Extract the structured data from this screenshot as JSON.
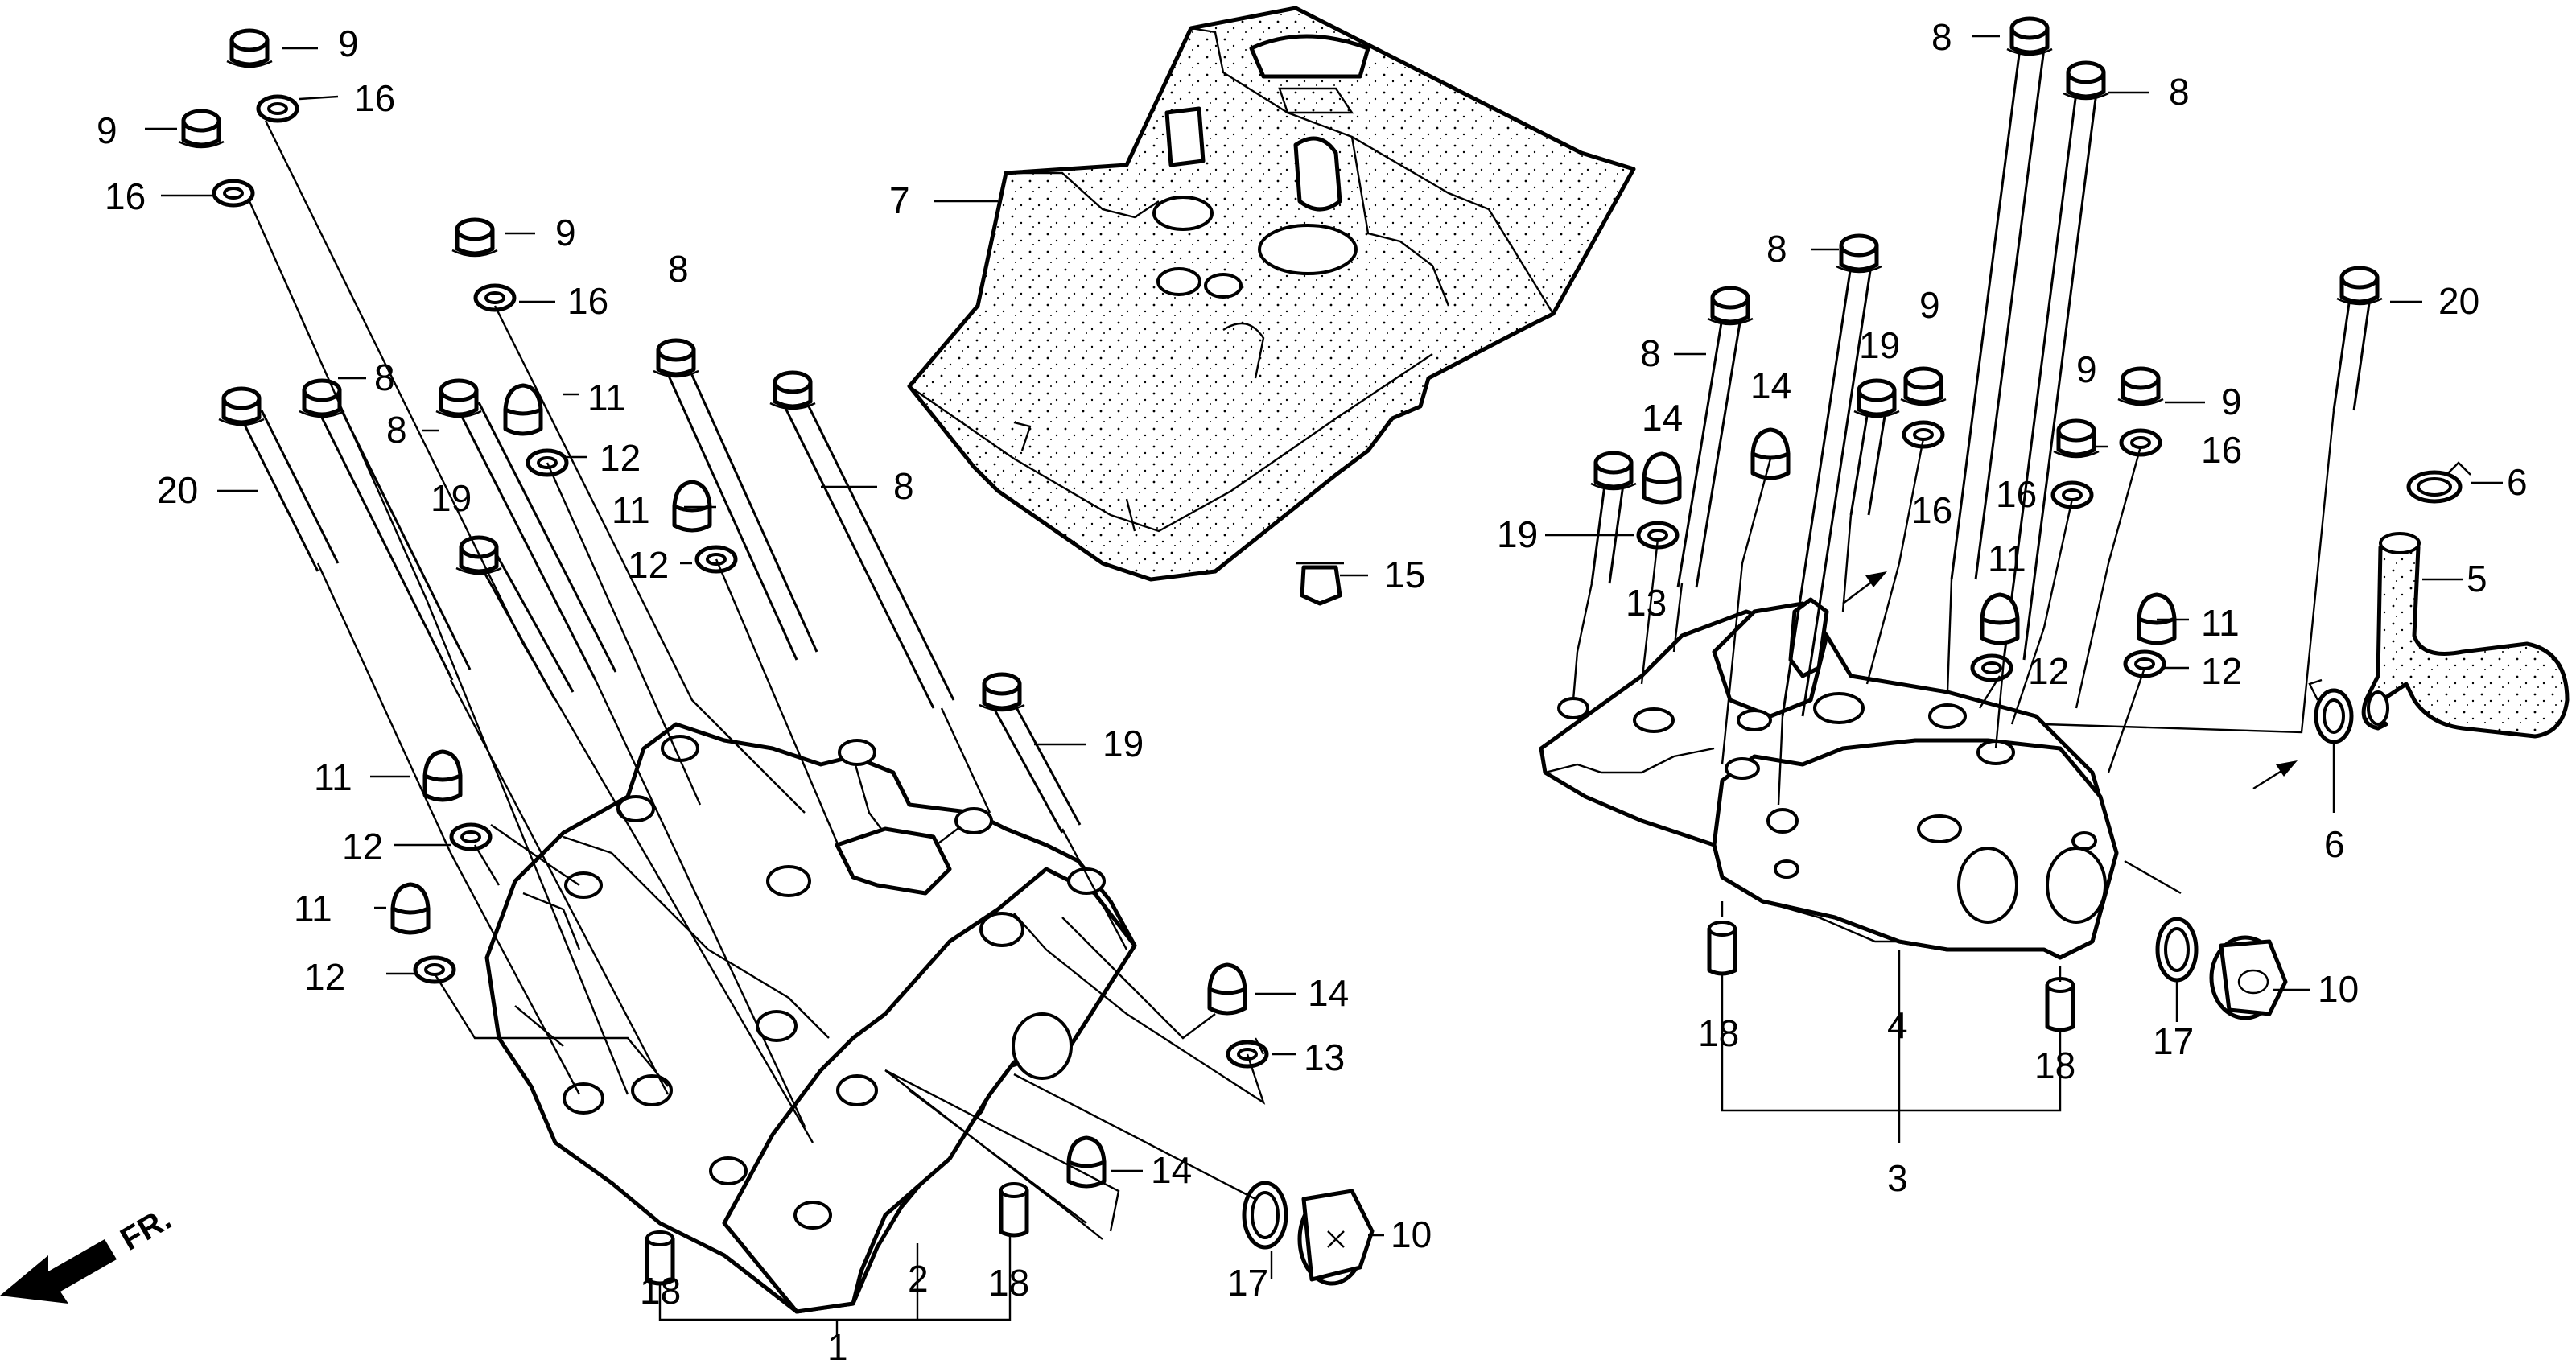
{
  "diagram": {
    "front_marker": "FR.",
    "callouts": [
      {
        "id": "c9a",
        "text": "9"
      },
      {
        "id": "c16a",
        "text": "16"
      },
      {
        "id": "c9b",
        "text": "9"
      },
      {
        "id": "c16b",
        "text": "16"
      },
      {
        "id": "c9c",
        "text": "9"
      },
      {
        "id": "c16c",
        "text": "16"
      },
      {
        "id": "c8a",
        "text": "8"
      },
      {
        "id": "c8b",
        "text": "8"
      },
      {
        "id": "c8c",
        "text": "8"
      },
      {
        "id": "c8d",
        "text": "8"
      },
      {
        "id": "c20a",
        "text": "20"
      },
      {
        "id": "c11a",
        "text": "11"
      },
      {
        "id": "c12a",
        "text": "12"
      },
      {
        "id": "c11b",
        "text": "11"
      },
      {
        "id": "c12b",
        "text": "12"
      },
      {
        "id": "c19a",
        "text": "19"
      },
      {
        "id": "c19b",
        "text": "19"
      },
      {
        "id": "c11c",
        "text": "11"
      },
      {
        "id": "c12c",
        "text": "12"
      },
      {
        "id": "c11d",
        "text": "11"
      },
      {
        "id": "c12d",
        "text": "12"
      },
      {
        "id": "c14a",
        "text": "14"
      },
      {
        "id": "c13a",
        "text": "13"
      },
      {
        "id": "c14b",
        "text": "14"
      },
      {
        "id": "c10a",
        "text": "10"
      },
      {
        "id": "c17a",
        "text": "17"
      },
      {
        "id": "c18a",
        "text": "18"
      },
      {
        "id": "c18b",
        "text": "18"
      },
      {
        "id": "c2",
        "text": "2"
      },
      {
        "id": "c1",
        "text": "1"
      },
      {
        "id": "c7",
        "text": "7"
      },
      {
        "id": "c15",
        "text": "15"
      },
      {
        "id": "c8e",
        "text": "8"
      },
      {
        "id": "c8f",
        "text": "8"
      },
      {
        "id": "c8g",
        "text": "8"
      },
      {
        "id": "c8h",
        "text": "8"
      },
      {
        "id": "c20b",
        "text": "20"
      },
      {
        "id": "c19c",
        "text": "19"
      },
      {
        "id": "c19d",
        "text": "19"
      },
      {
        "id": "c14c",
        "text": "14"
      },
      {
        "id": "c14d",
        "text": "14"
      },
      {
        "id": "c13b",
        "text": "13"
      },
      {
        "id": "c9d",
        "text": "9"
      },
      {
        "id": "c16d",
        "text": "16"
      },
      {
        "id": "c9e",
        "text": "9"
      },
      {
        "id": "c9f",
        "text": "9"
      },
      {
        "id": "c16e",
        "text": "16"
      },
      {
        "id": "c16f",
        "text": "16"
      },
      {
        "id": "c11e",
        "text": "11"
      },
      {
        "id": "c12e",
        "text": "12"
      },
      {
        "id": "c11f",
        "text": "11"
      },
      {
        "id": "c12f",
        "text": "12"
      },
      {
        "id": "c6a",
        "text": "6"
      },
      {
        "id": "c5",
        "text": "5"
      },
      {
        "id": "c6b",
        "text": "6"
      },
      {
        "id": "c10b",
        "text": "10"
      },
      {
        "id": "c17b",
        "text": "17"
      },
      {
        "id": "c18c",
        "text": "18"
      },
      {
        "id": "c18d",
        "text": "18"
      },
      {
        "id": "c4",
        "text": "4"
      },
      {
        "id": "c3",
        "text": "3"
      }
    ]
  }
}
